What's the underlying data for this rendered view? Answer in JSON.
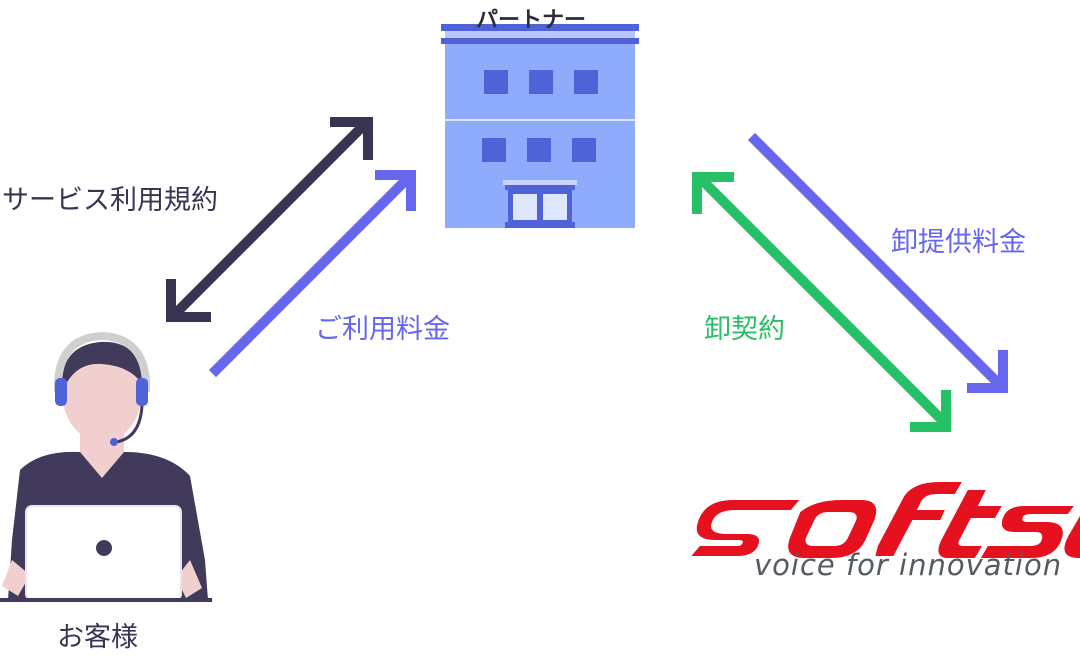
{
  "partner": {
    "label": "パートナー"
  },
  "customer": {
    "label": "お客様"
  },
  "flows": {
    "service_terms": "サービス利用規約",
    "usage_fee": "ご利用料金",
    "wholesale_contract": "卸契約",
    "wholesale_fee": "卸提供料金"
  },
  "logo": {
    "brand": "softsu",
    "tagline": "voice for innovation"
  },
  "colors": {
    "dark_arrow": "#3a3452",
    "blue_arrow": "#6666ee",
    "green_arrow": "#27c065",
    "building": "#8eacfb",
    "building_accent": "#4f62d8",
    "logo_red": "#e5111f"
  }
}
